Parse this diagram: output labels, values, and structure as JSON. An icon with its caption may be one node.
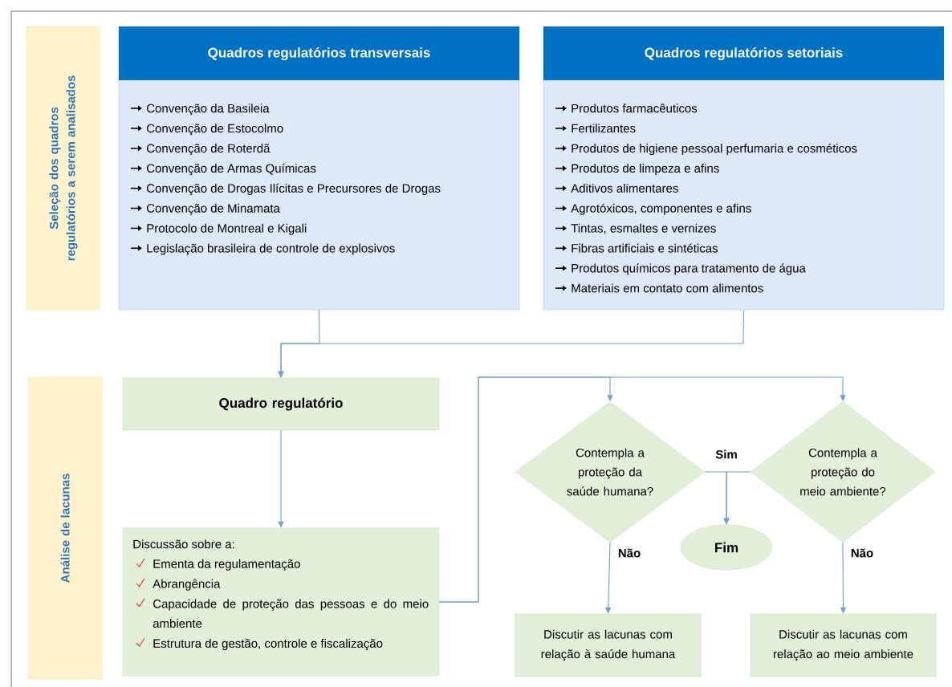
{
  "diagram": {
    "nodes": [
      {
        "text": [
          "Seleção dos quadros regulatórios a serem analisados"
        ]
      },
      {
        "text": [
          "Análise de lacunas"
        ]
      },
      {
        "text": [
          "Quadros regulatórios transversais",
          "Convenção da Basileia",
          "Convenção de Estocolmo",
          "Convenção de Roterdã",
          "Convenção de Armas Químicas",
          "Convenção de Drogas Ilícitas e Precursores de Drogas",
          "Convenção de Minamata",
          "Protocolo de Montreal e Kigali",
          "Legislação brasileira de controle de explosivos"
        ]
      },
      {
        "text": [
          "Quadros regulatórios setoriais",
          "Produtos farmacêuticos",
          "Fertilizantes",
          "Produtos de higiene pessoal perfumaria e cosméticos",
          "Produtos de limpeza e afins",
          "Aditivos alimentares",
          "Agrotóxicos, componentes e afins",
          "Tintas, esmaltes e vernizes",
          "Fibras artificiais e sintéticas",
          "Produtos químicos para tratamento de água",
          "Materiais em contato com alimentos"
        ]
      },
      {
        "text": [
          "Quadro regulatório"
        ]
      },
      {
        "text": [
          "Discussão sobre a:",
          "Ementa da regulamentação",
          "Abrangência",
          "Capacidade de proteção das pessoas e do meio ambiente",
          "Estrutura de gestão, controle e fiscalização"
        ]
      },
      {
        "text": [
          "Contempla a proteção da saúde humana?"
        ]
      },
      {
        "text": [
          "Contempla a proteção do meio ambiente?"
        ]
      },
      {
        "text": [
          "Fim"
        ]
      },
      {
        "text": [
          "Discutir as lacunas com relação à saúde humana"
        ]
      },
      {
        "text": [
          "Discutir as lacunas com relação ao meio ambiente"
        ]
      }
    ],
    "edges": [
      {
        "from": 2,
        "to": 4,
        "arrow": "to"
      },
      {
        "from": 3,
        "to": 4,
        "arrow": "to"
      },
      {
        "from": 4,
        "to": 5,
        "arrow": "to"
      },
      {
        "from": 5,
        "to": 6,
        "arrow": "to"
      },
      {
        "from": 5,
        "to": 7,
        "arrow": "to"
      },
      {
        "from": 6,
        "to": 8,
        "arrow": "to",
        "label": "Sim"
      },
      {
        "from": 7,
        "to": 8,
        "arrow": "to"
      },
      {
        "from": 6,
        "to": 9,
        "arrow": "to",
        "label": "Não"
      },
      {
        "from": 7,
        "to": 10,
        "arrow": "to",
        "label": "Não"
      }
    ]
  }
}
